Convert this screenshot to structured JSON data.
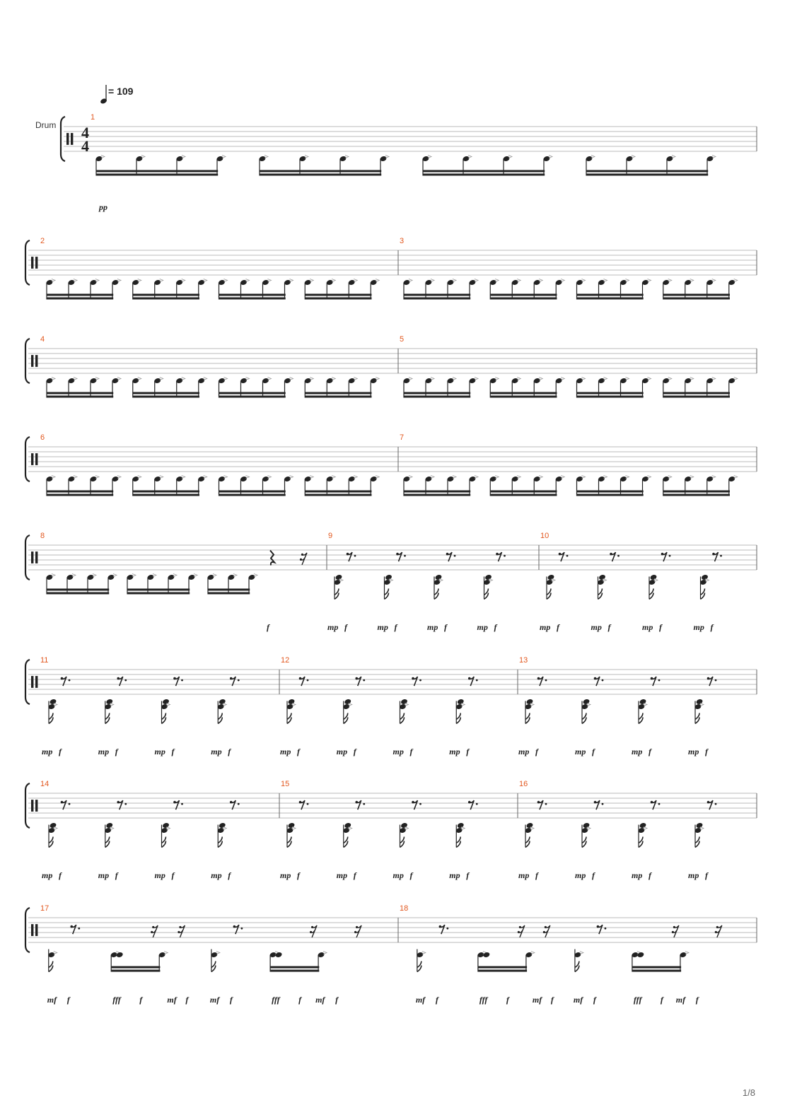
{
  "header": {
    "tempo_value": "109",
    "tempo_prefix": "= ",
    "instrument": "Drum",
    "time_sig_top": "4",
    "time_sig_bottom": "4"
  },
  "footer": {
    "page": "1/8"
  },
  "colors": {
    "measure_number": "#e2571e",
    "ink": "#222222",
    "staff_line": "#bbbbbb"
  },
  "systems": [
    {
      "measures": [
        {
          "number": "1",
          "pattern": "sixteenths",
          "count": 4,
          "dynamics": [
            "pp"
          ]
        }
      ]
    },
    {
      "measures": [
        {
          "number": "2",
          "pattern": "sixteenths",
          "count": 4,
          "dynamics": []
        },
        {
          "number": "3",
          "pattern": "sixteenths",
          "count": 4,
          "dynamics": []
        }
      ]
    },
    {
      "measures": [
        {
          "number": "4",
          "pattern": "sixteenths",
          "count": 4,
          "dynamics": []
        },
        {
          "number": "5",
          "pattern": "sixteenths",
          "count": 4,
          "dynamics": []
        }
      ]
    },
    {
      "measures": [
        {
          "number": "6",
          "pattern": "sixteenths",
          "count": 4,
          "dynamics": []
        },
        {
          "number": "7",
          "pattern": "sixteenths",
          "count": 4,
          "dynamics": []
        }
      ]
    },
    {
      "measures": [
        {
          "number": "8",
          "pattern": "m8",
          "count": 3,
          "dynamics": [
            "f"
          ]
        },
        {
          "number": "9",
          "pattern": "single",
          "count": 4,
          "dynamics": [
            "mp",
            "f",
            "mp",
            "f",
            "mp",
            "f",
            "mp",
            "f"
          ]
        },
        {
          "number": "10",
          "pattern": "single",
          "count": 4,
          "dynamics": [
            "mp",
            "f",
            "mp",
            "f",
            "mp",
            "f",
            "mp",
            "f"
          ]
        }
      ]
    },
    {
      "measures": [
        {
          "number": "11",
          "pattern": "single",
          "count": 4,
          "dynamics": [
            "mp",
            "f",
            "mp",
            "f",
            "mp",
            "f",
            "mp",
            "f"
          ]
        },
        {
          "number": "12",
          "pattern": "single",
          "count": 4,
          "dynamics": [
            "mp",
            "f",
            "mp",
            "f",
            "mp",
            "f",
            "mp",
            "f"
          ]
        },
        {
          "number": "13",
          "pattern": "single",
          "count": 4,
          "dynamics": [
            "mp",
            "f",
            "mp",
            "f",
            "mp",
            "f",
            "mp",
            "f"
          ]
        }
      ]
    },
    {
      "measures": [
        {
          "number": "14",
          "pattern": "single",
          "count": 4,
          "dynamics": [
            "mp",
            "f",
            "mp",
            "f",
            "mp",
            "f",
            "mp",
            "f"
          ]
        },
        {
          "number": "15",
          "pattern": "single",
          "count": 4,
          "dynamics": [
            "mp",
            "f",
            "mp",
            "f",
            "mp",
            "f",
            "mp",
            "f"
          ]
        },
        {
          "number": "16",
          "pattern": "single",
          "count": 4,
          "dynamics": [
            "mp",
            "f",
            "mp",
            "f",
            "mp",
            "f",
            "mp",
            "f"
          ]
        }
      ]
    },
    {
      "measures": [
        {
          "number": "17",
          "pattern": "mixed",
          "count": 6,
          "dynamics": [
            "mf",
            "f",
            "fff",
            "f",
            "mf",
            "f",
            "mf",
            "f",
            "fff",
            "f",
            "mf",
            "f"
          ]
        },
        {
          "number": "18",
          "pattern": "mixed",
          "count": 6,
          "dynamics": [
            "mf",
            "f",
            "fff",
            "f",
            "mf",
            "f",
            "mf",
            "f",
            "fff",
            "f",
            "mf",
            "f"
          ]
        }
      ]
    }
  ]
}
